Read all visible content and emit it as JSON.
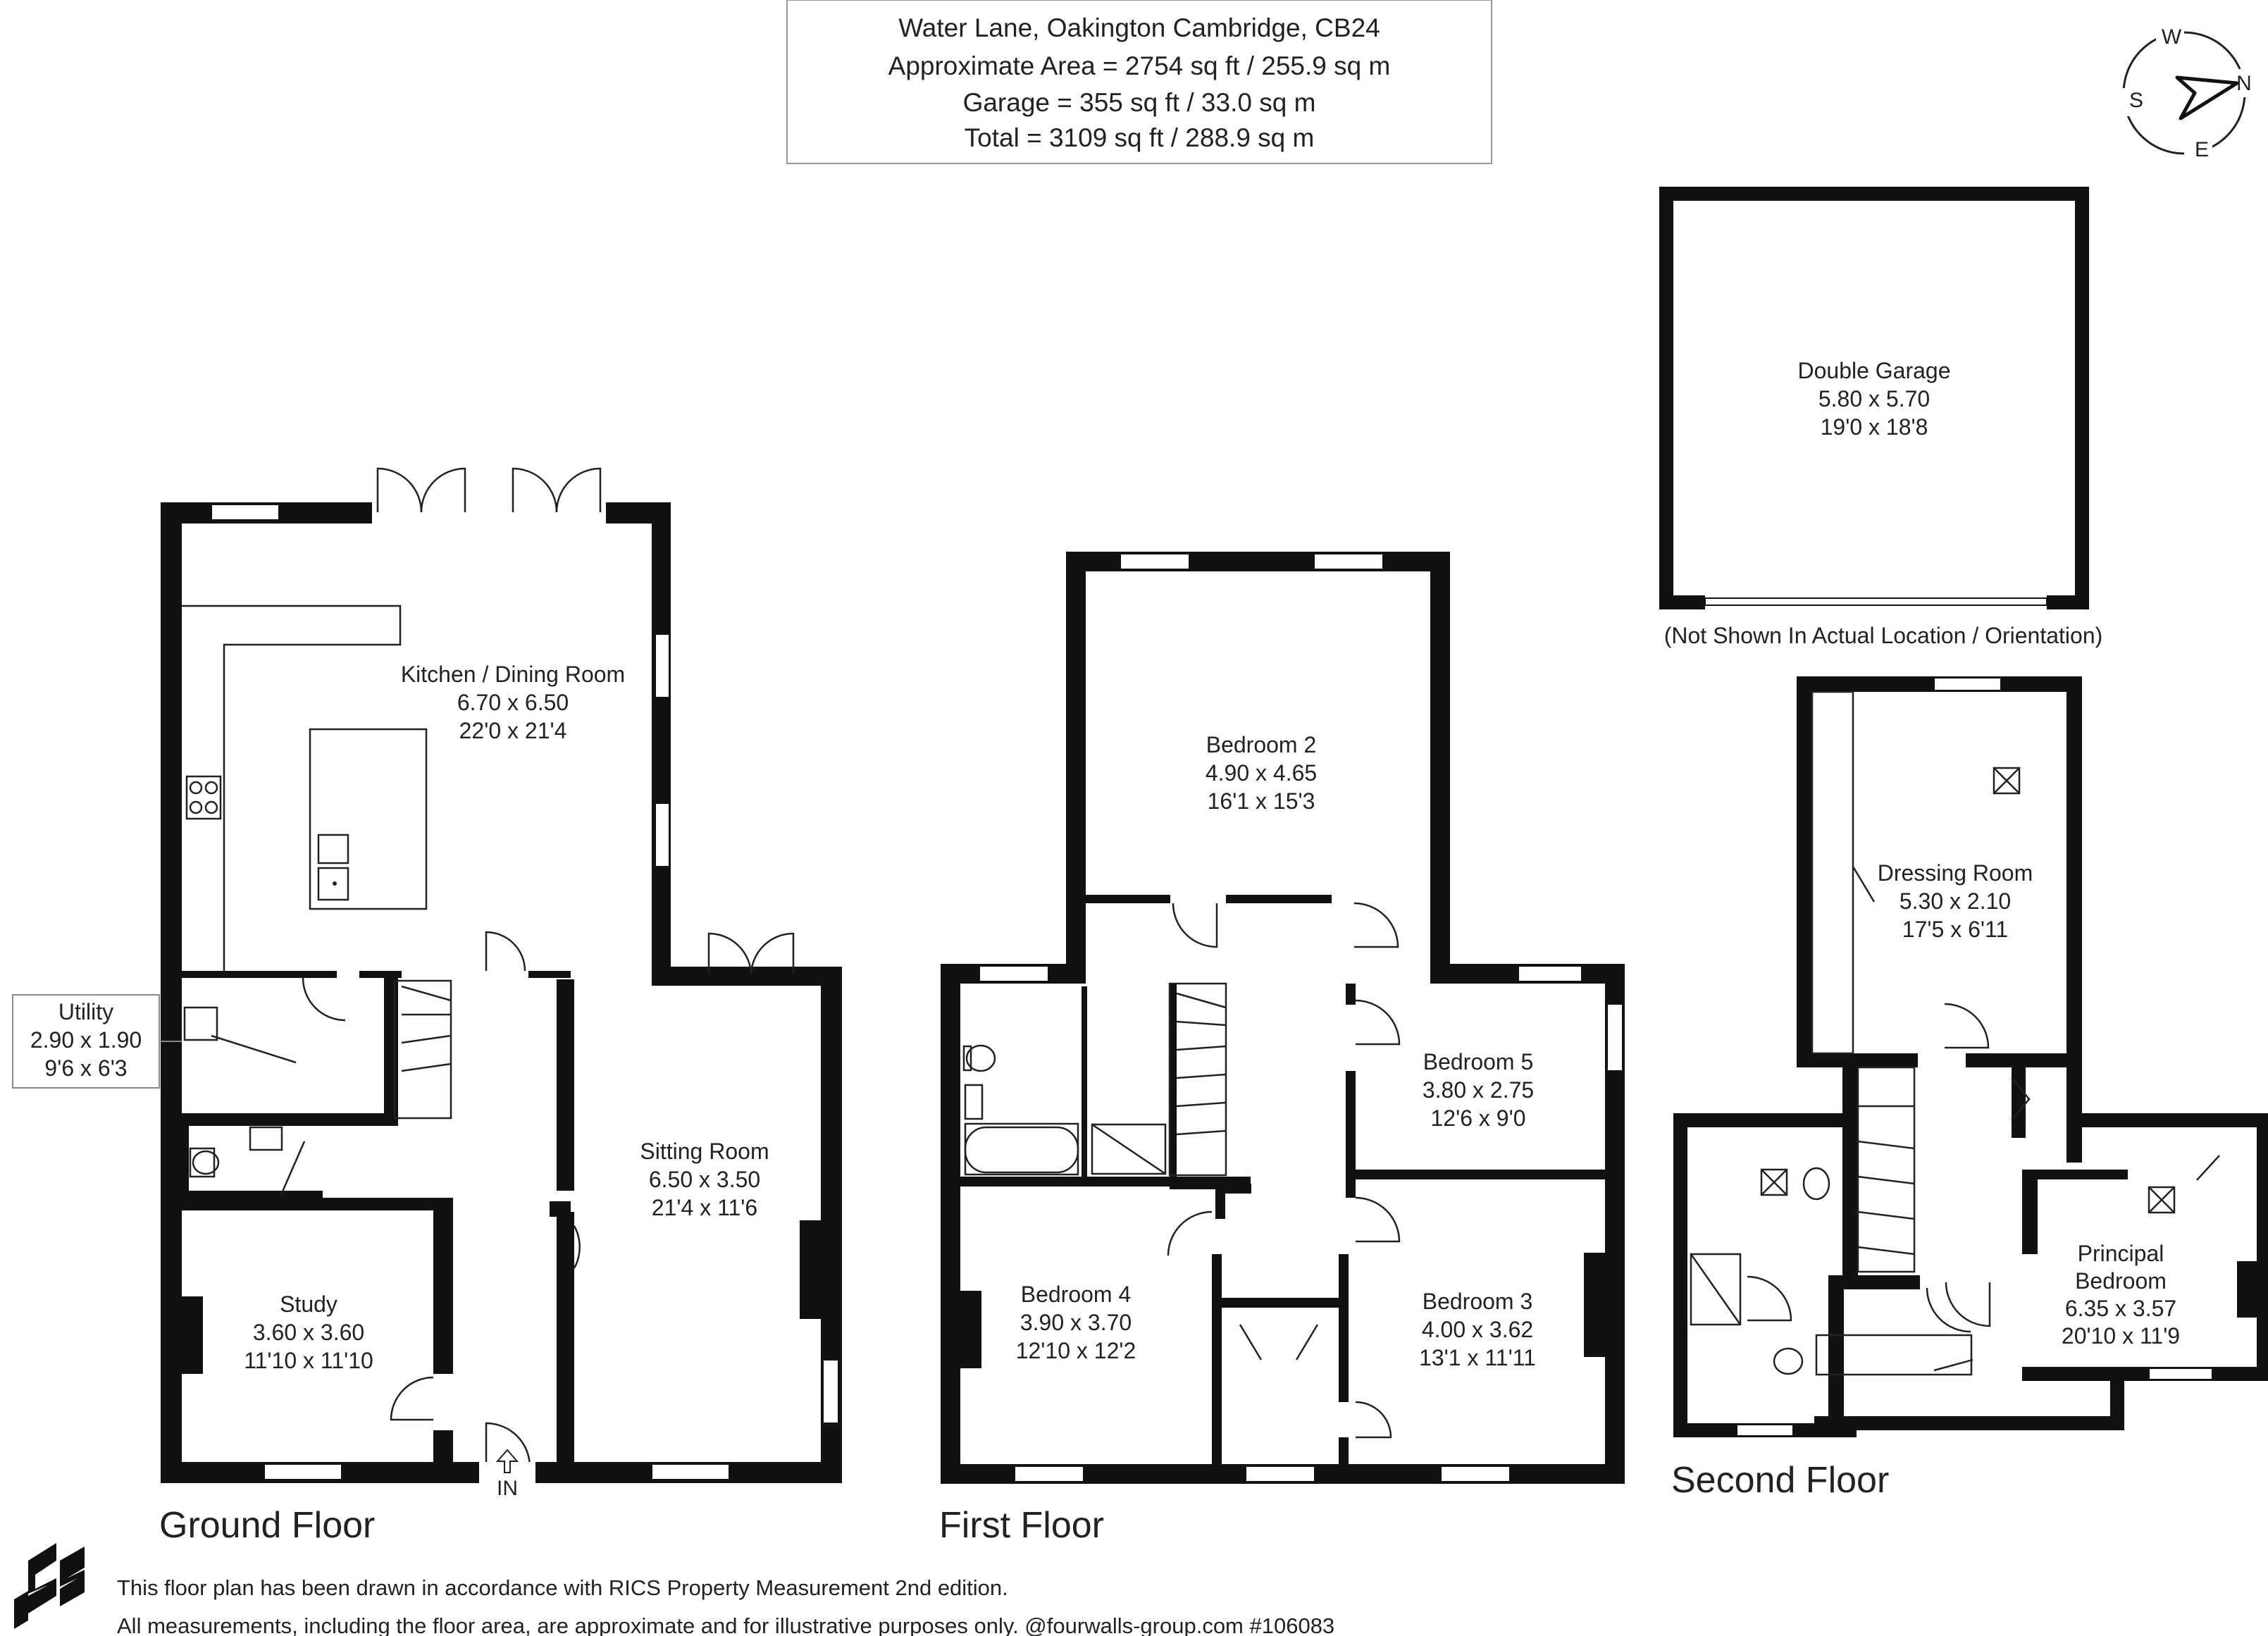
{
  "header": {
    "address": "Water Lane, Oakington Cambridge, CB24",
    "approx_area": "Approximate Area = 2754 sq ft / 255.9 sq m",
    "garage_area": "Garage = 355 sq ft / 33.0 sq m",
    "total_area": "Total = 3109 sq ft / 288.9 sq m"
  },
  "compass": {
    "n": "N",
    "s": "S",
    "e": "E",
    "w": "W"
  },
  "floors": {
    "ground": "Ground Floor",
    "first": "First Floor",
    "second": "Second Floor"
  },
  "entrance": "IN",
  "rooms": {
    "kitchen": {
      "name": "Kitchen / Dining Room",
      "metric": "6.70 x 6.50",
      "imperial": "22'0 x 21'4"
    },
    "utility": {
      "name": "Utility",
      "metric": "2.90 x 1.90",
      "imperial": "9'6 x 6'3"
    },
    "study": {
      "name": "Study",
      "metric": "3.60 x 3.60",
      "imperial": "11'10 x 11'10"
    },
    "sitting": {
      "name": "Sitting Room",
      "metric": "6.50 x 3.50",
      "imperial": "21'4 x 11'6"
    },
    "bedroom2": {
      "name": "Bedroom 2",
      "metric": "4.90 x 4.65",
      "imperial": "16'1 x 15'3"
    },
    "bedroom5": {
      "name": "Bedroom 5",
      "metric": "3.80 x 2.75",
      "imperial": "12'6 x 9'0"
    },
    "bedroom4": {
      "name": "Bedroom 4",
      "metric": "3.90 x 3.70",
      "imperial": "12'10 x 12'2"
    },
    "bedroom3": {
      "name": "Bedroom 3",
      "metric": "4.00 x 3.62",
      "imperial": "13'1 x 11'11"
    },
    "garage": {
      "name": "Double Garage",
      "metric": "5.80 x 5.70",
      "imperial": "19'0 x 18'8"
    },
    "dressing": {
      "name": "Dressing Room",
      "metric": "5.30 x 2.10",
      "imperial": "17'5 x 6'11"
    },
    "principal": {
      "name_line1": "Principal",
      "name_line2": "Bedroom",
      "metric": "6.35 x 3.57",
      "imperial": "20'10 x 11'9"
    }
  },
  "garage_note": "(Not Shown In Actual Location / Orientation)",
  "footer": {
    "line1": "This floor plan has been drawn in accordance with RICS Property Measurement 2nd edition.",
    "line2": "All measurements, including the floor area, are approximate and for illustrative purposes only. @fourwalls-group.com #106083"
  },
  "colors": {
    "wall": "#111111",
    "text": "#222222",
    "background": "#ffffff"
  },
  "icons": [
    "compass-icon",
    "fourwalls-logo-icon",
    "entrance-arrow-icon"
  ]
}
